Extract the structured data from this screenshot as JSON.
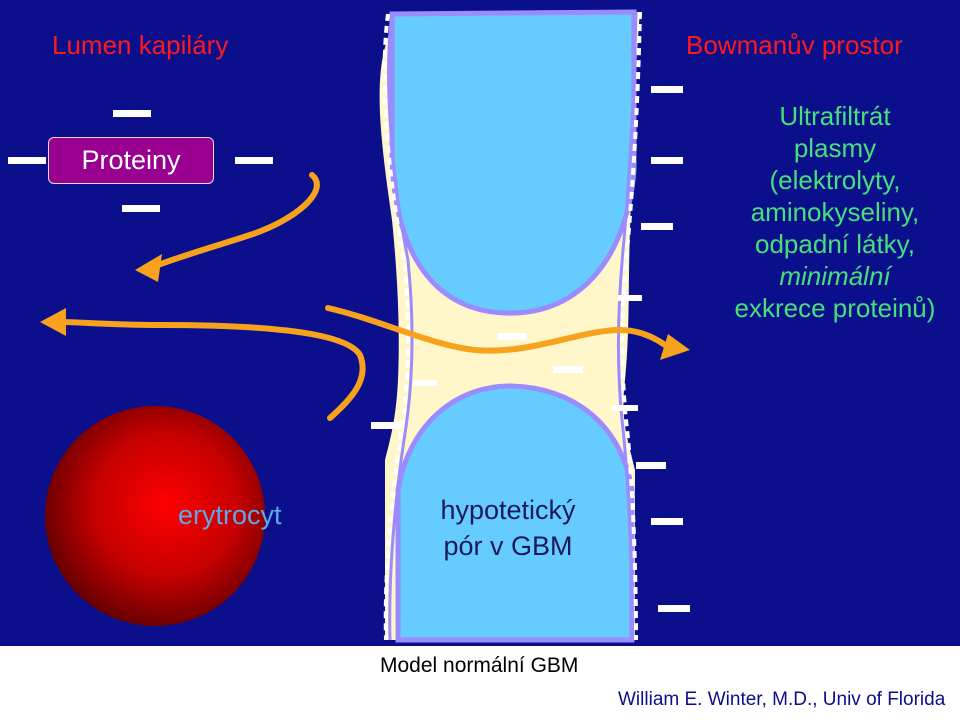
{
  "labels": {
    "lumen": "Lumen kapiláry",
    "bowman": "Bowmanův prostor",
    "proteiny": "Proteiny",
    "filtrate": [
      "Ultrafiltrát",
      "plasmy",
      "(elektrolyty,",
      "aminokyseliny,",
      "odpadní látky,",
      "minimální",
      "exkrece proteinů)"
    ],
    "erythrocyte": "erytrocyt",
    "pore": [
      "hypotetický",
      "pór v GBM"
    ],
    "model": "Model normální GBM",
    "credit": "William E. Winter, M.D., Univ of Florida"
  },
  "colors": {
    "background": "#0c0f8c",
    "cell": "#66ccff",
    "membrane": "#fff7c9",
    "outline": "#9a8cff",
    "arrow": "#f7a21c",
    "red_text": "#ff1a1a",
    "green_text": "#45e07a",
    "protein_box": "#99008f"
  }
}
